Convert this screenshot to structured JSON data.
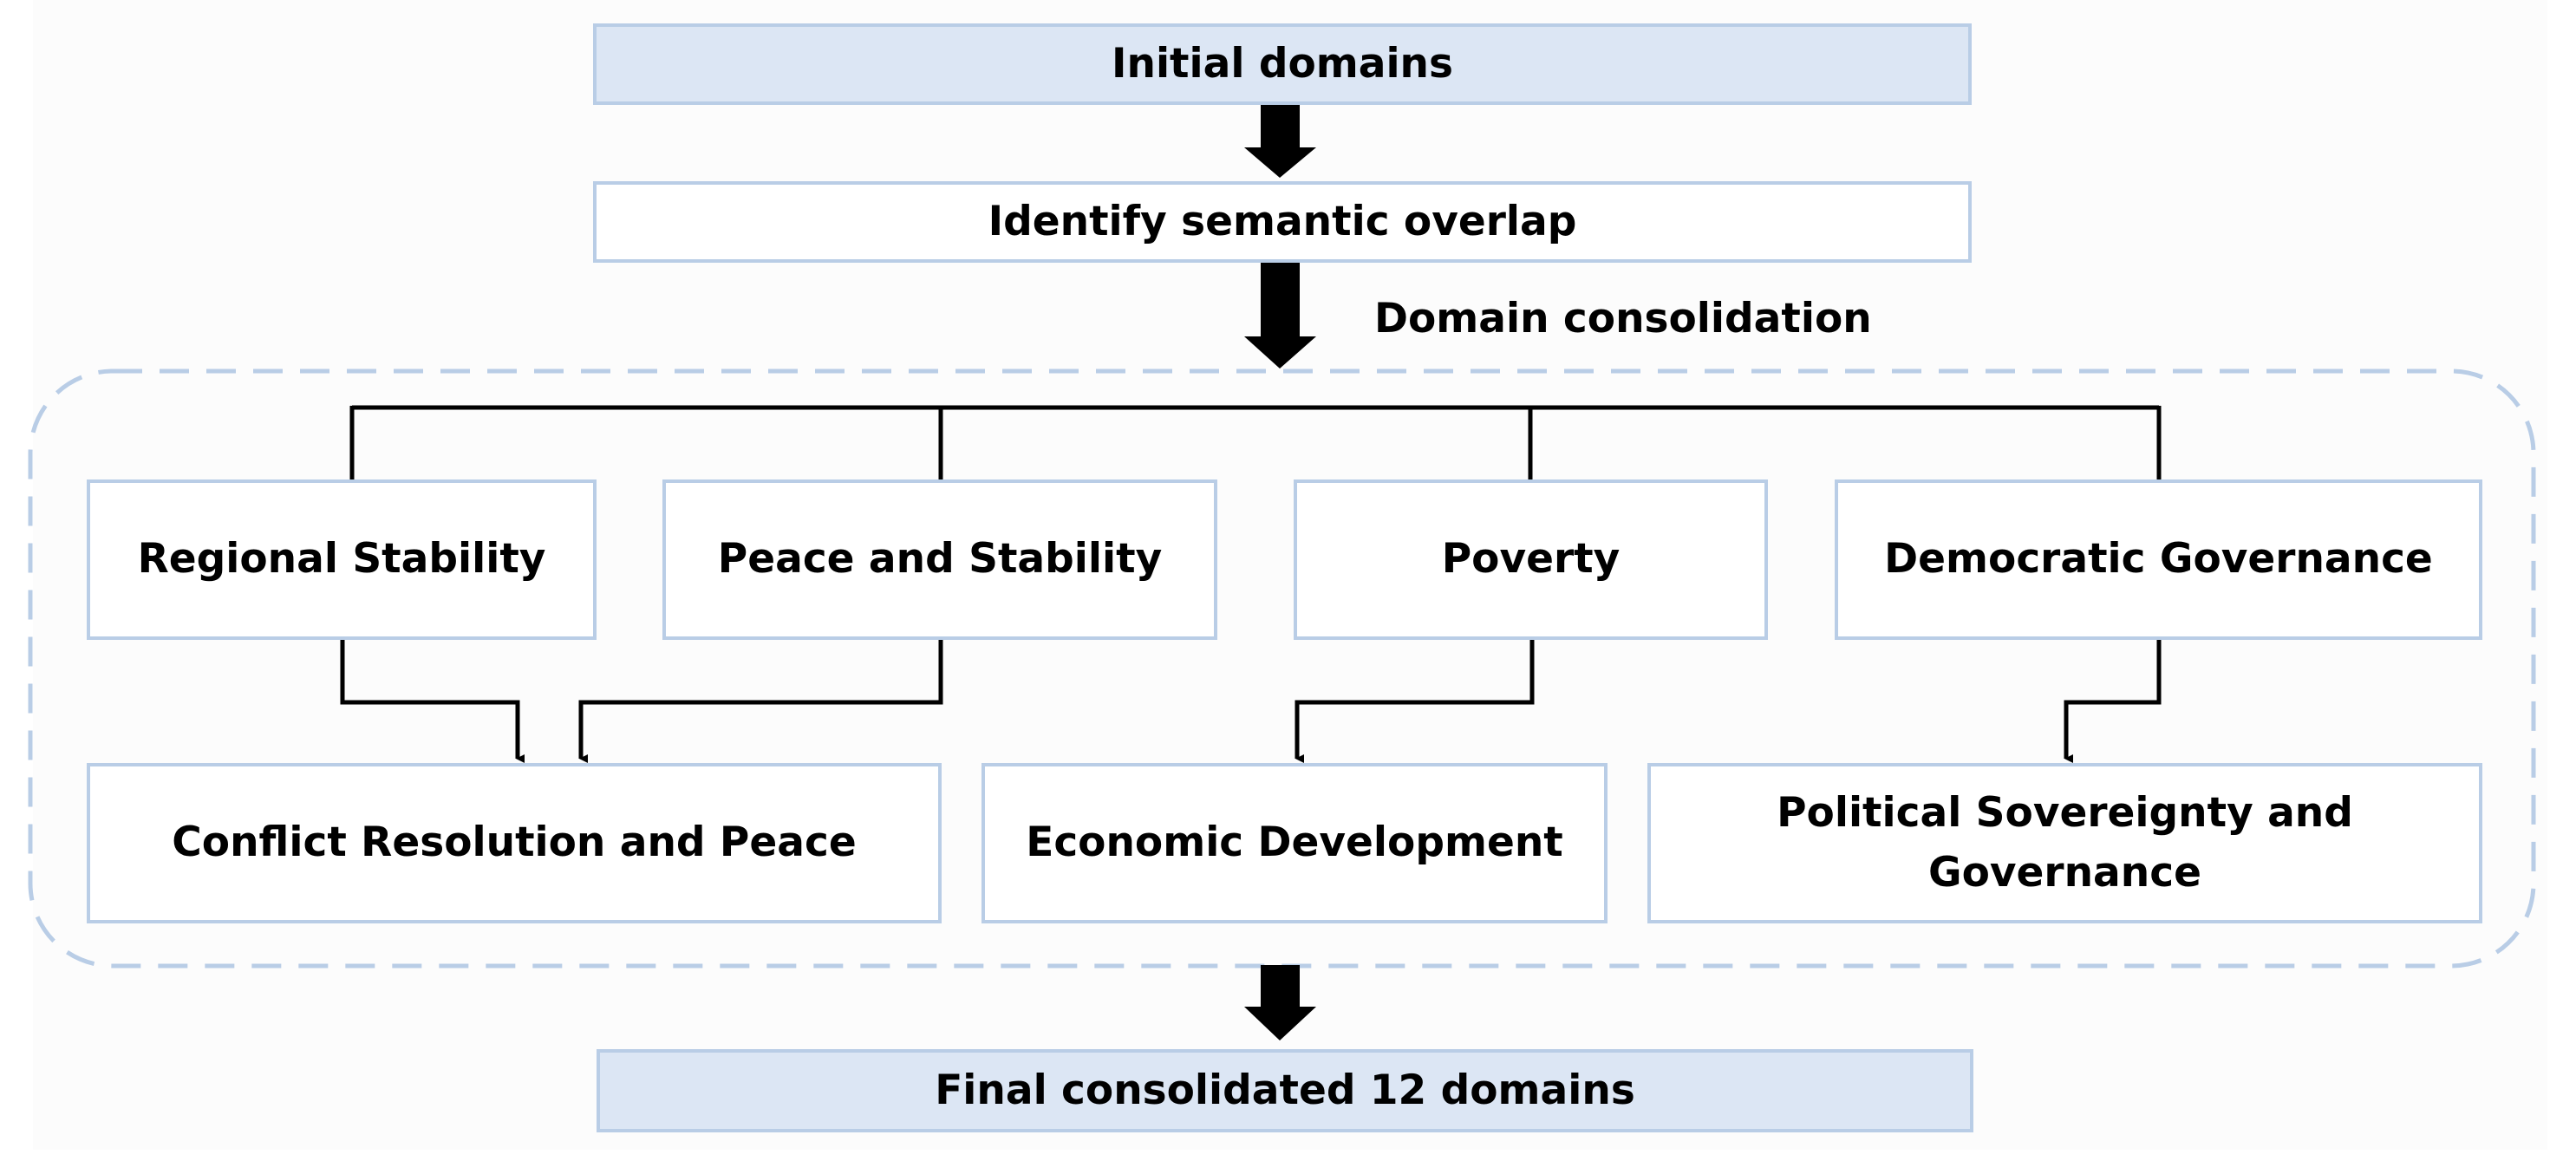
{
  "steps": {
    "initial": "Initial domains",
    "identify": "Identify semantic overlap",
    "consolidation_label": "Domain consolidation",
    "final": "Final consolidated 12 domains"
  },
  "sources": [
    {
      "label": "Regional Stability"
    },
    {
      "label": "Peace and Stability"
    },
    {
      "label": "Poverty"
    },
    {
      "label": "Democratic Governance"
    }
  ],
  "targets": [
    {
      "label": "Conflict Resolution and Peace"
    },
    {
      "label": "Economic Development"
    },
    {
      "label": "Political Sovereignty and Governance"
    }
  ],
  "colors": {
    "box_border": "#b9cde6",
    "box_fill_highlight": "#dce6f4",
    "dashed_group": "#b9cde6",
    "connector": "#000000"
  }
}
